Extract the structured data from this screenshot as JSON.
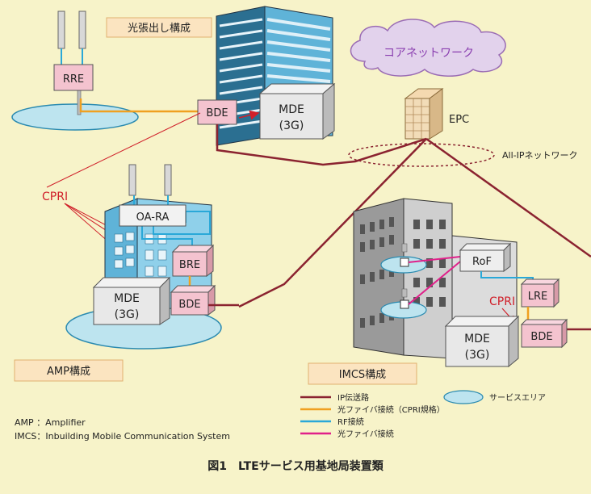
{
  "section_labels": {
    "optical_ext": "光張出し構成",
    "amp": "AMP構成",
    "imcs": "IMCS構成"
  },
  "cloud": {
    "label": "コアネットワーク"
  },
  "nodes": {
    "rre": "RRE",
    "bde_top": "BDE",
    "mde_top": [
      "MDE",
      "(3G)"
    ],
    "epc": "EPC",
    "all_ip": "All-IPネットワーク",
    "oa_ra": "OA-RA",
    "bre": "BRE",
    "mde_amp": [
      "MDE",
      "(3G)"
    ],
    "bde_amp": "BDE",
    "rof": "RoF",
    "lre": "LRE",
    "bde_imcs": "BDE",
    "mde_imcs": [
      "MDE",
      "(3G)"
    ],
    "cpri_left": "CPRI",
    "cpri_right": "CPRI"
  },
  "legend": {
    "items": [
      {
        "label": "IP伝送路",
        "color": "#8b2330"
      },
      {
        "label": "光ファイバ接続（CPRI規格）",
        "color": "#f0a020"
      },
      {
        "label": "RF接続",
        "color": "#2aa8d8"
      },
      {
        "label": "光ファイバ接続",
        "color": "#e0208a"
      }
    ],
    "service_area": "サービスエリア"
  },
  "abbreviations": [
    "AMP ：Amplifier",
    "IMCS：Inbuilding Mobile Communication System"
  ],
  "caption": "図1　LTEサービス用基地局装置類",
  "colors": {
    "background": "#f7f3c9",
    "ip_line": "#8b2330",
    "cpri_fiber": "#f0a020",
    "rf": "#2aa8d8",
    "fiber": "#e0208a",
    "pink_box": "#f4c3cf",
    "service_area": "#bde4ef",
    "cloud": "#e2d2ec",
    "label_box": "#fbe4c0",
    "cpri_text": "#d0202a"
  }
}
